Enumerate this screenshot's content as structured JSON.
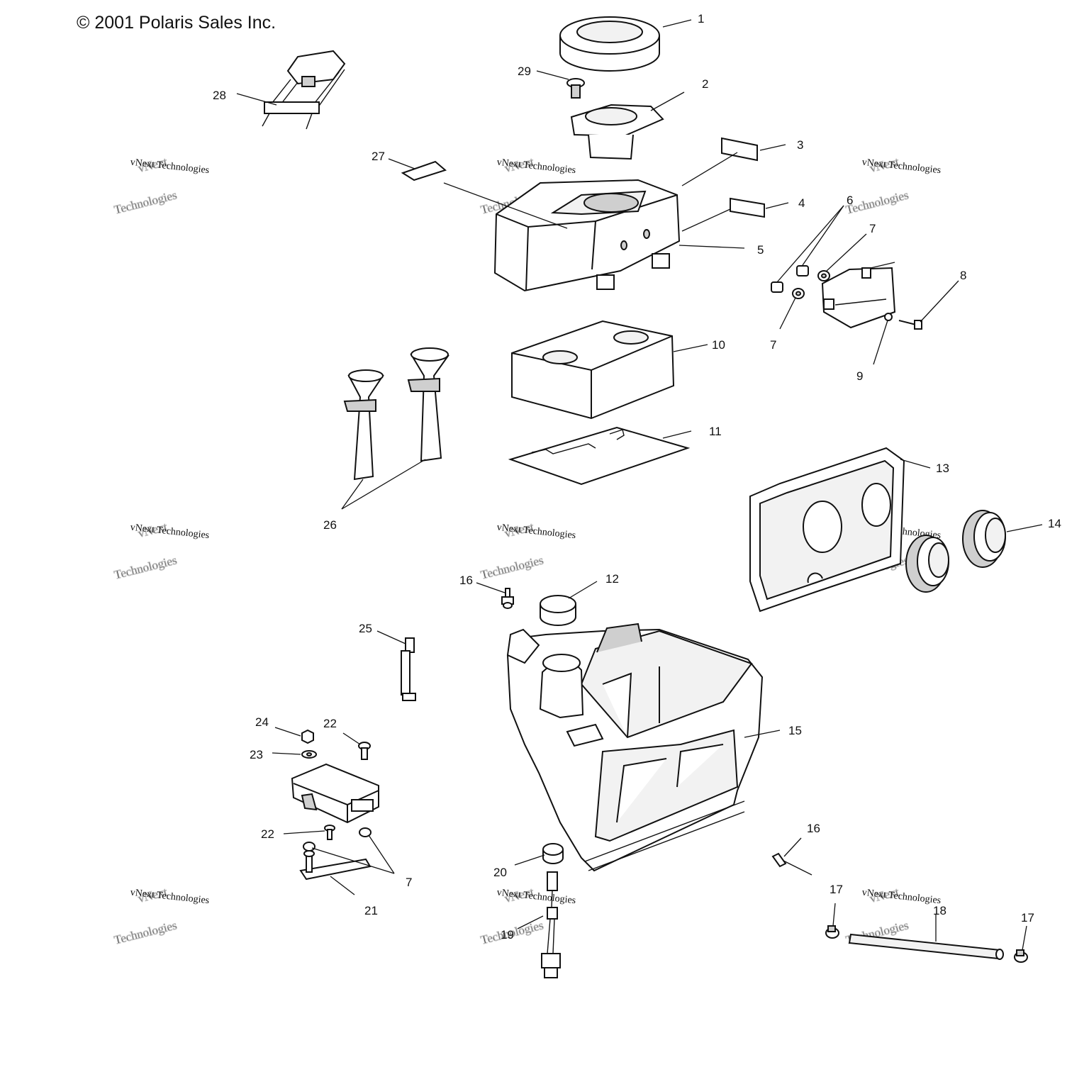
{
  "copyright": "© 2001 Polaris Sales Inc.",
  "watermark": {
    "line1": "vNext",
    "line2": "vNext Technologies",
    "line3": "Technologies"
  },
  "callouts": [
    {
      "id": "c1",
      "label": "1"
    },
    {
      "id": "c2",
      "label": "2"
    },
    {
      "id": "c3",
      "label": "3"
    },
    {
      "id": "c4",
      "label": "4"
    },
    {
      "id": "c5",
      "label": "5"
    },
    {
      "id": "c6",
      "label": "6"
    },
    {
      "id": "c7a",
      "label": "7"
    },
    {
      "id": "c7b",
      "label": "7"
    },
    {
      "id": "c7c",
      "label": "7"
    },
    {
      "id": "c8",
      "label": "8"
    },
    {
      "id": "c9",
      "label": "9"
    },
    {
      "id": "c10",
      "label": "10"
    },
    {
      "id": "c11",
      "label": "11"
    },
    {
      "id": "c12",
      "label": "12"
    },
    {
      "id": "c13",
      "label": "13"
    },
    {
      "id": "c14",
      "label": "14"
    },
    {
      "id": "c15",
      "label": "15"
    },
    {
      "id": "c16a",
      "label": "16"
    },
    {
      "id": "c16b",
      "label": "16"
    },
    {
      "id": "c17a",
      "label": "17"
    },
    {
      "id": "c17b",
      "label": "17"
    },
    {
      "id": "c18",
      "label": "18"
    },
    {
      "id": "c19",
      "label": "19"
    },
    {
      "id": "c20",
      "label": "20"
    },
    {
      "id": "c21",
      "label": "21"
    },
    {
      "id": "c22a",
      "label": "22"
    },
    {
      "id": "c22b",
      "label": "22"
    },
    {
      "id": "c23",
      "label": "23"
    },
    {
      "id": "c24",
      "label": "24"
    },
    {
      "id": "c25",
      "label": "25"
    },
    {
      "id": "c26",
      "label": "26"
    },
    {
      "id": "c27",
      "label": "27"
    },
    {
      "id": "c28",
      "label": "28"
    },
    {
      "id": "c29",
      "label": "29"
    }
  ]
}
